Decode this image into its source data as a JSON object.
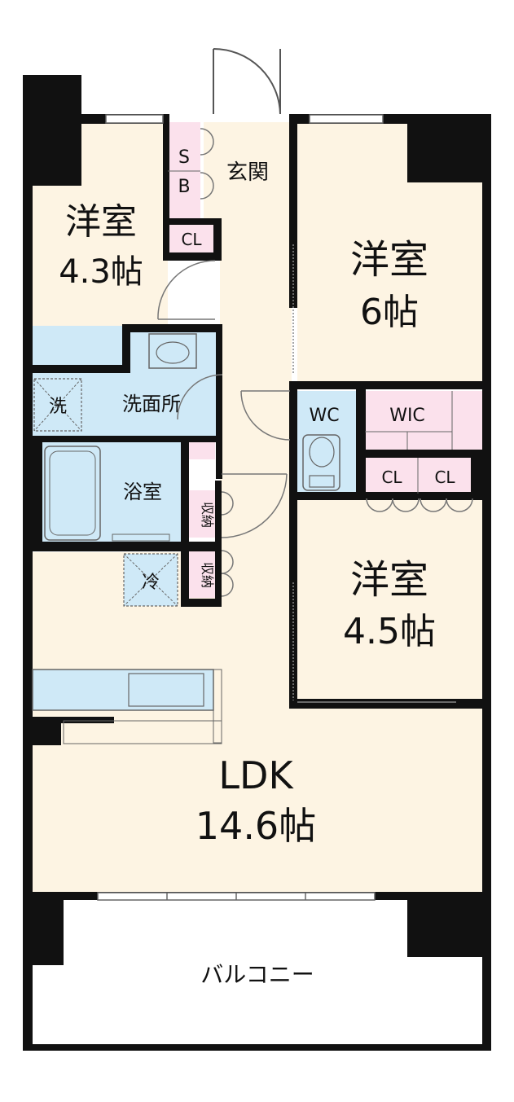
{
  "colors": {
    "wall": "#111111",
    "room_floor": "#fdf4e3",
    "wet_area": "#cfe9f7",
    "storage": "#fbe1ec",
    "balcony": "#ffffff",
    "line": "#555555"
  },
  "rooms": {
    "western_room_1": {
      "name": "洋室",
      "size": "4.3帖"
    },
    "western_room_2": {
      "name": "洋室",
      "size": "6帖"
    },
    "western_room_3": {
      "name": "洋室",
      "size": "4.5帖"
    },
    "ldk": {
      "name": "LDK",
      "size": "14.6帖"
    },
    "entrance": {
      "name": "玄関"
    },
    "washroom": {
      "name": "洗面所"
    },
    "bathroom": {
      "name": "浴室"
    },
    "toilet": {
      "name": "WC"
    },
    "walk_in_closet": {
      "name": "WIC"
    },
    "balcony": {
      "name": "バルコニー"
    }
  },
  "fixtures": {
    "shoe_box_s": "S",
    "shoe_box_b": "B",
    "closet_1": "CL",
    "closet_2": "CL",
    "closet_3": "CL",
    "washer": "洗",
    "fridge": "冷",
    "storage_1": "収納",
    "storage_2": "収納"
  }
}
